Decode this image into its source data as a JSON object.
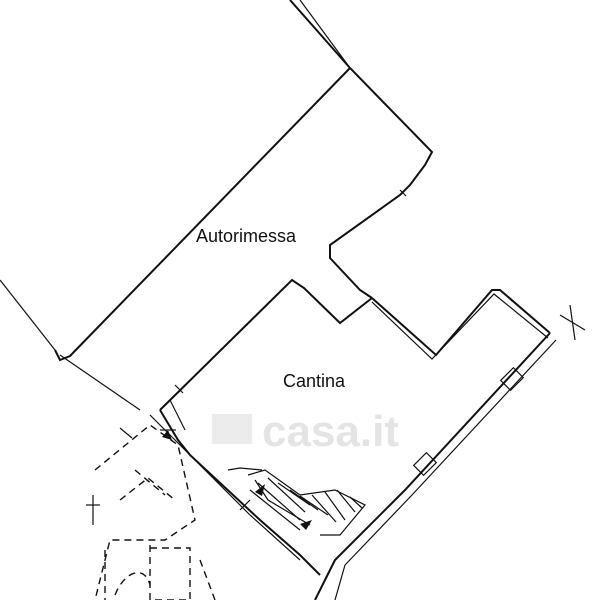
{
  "rooms": {
    "garage_label": "Autorimessa",
    "cellar_label": "Cantina"
  },
  "watermark": {
    "text": "casa.it"
  },
  "colors": {
    "lines": "#111111",
    "watermark": "#e4e4e4",
    "background": "#ffffff"
  }
}
